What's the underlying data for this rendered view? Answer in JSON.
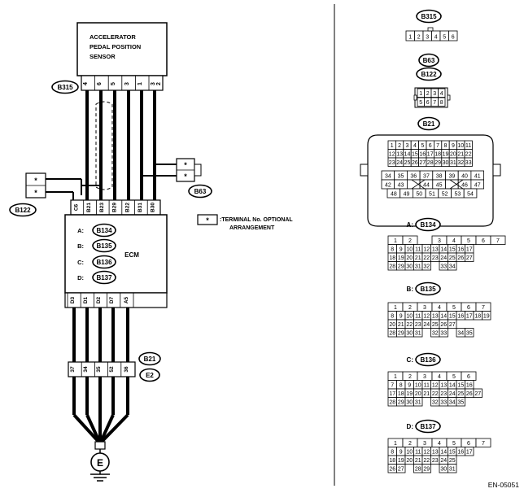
{
  "sensor": {
    "line1": "ACCELERATOR",
    "line2": "PEDAL POSITION",
    "line3": "SENSOR",
    "pins": [
      "4",
      "6",
      "5",
      "3",
      "1",
      "3",
      "2"
    ]
  },
  "tags": {
    "b315": "B315",
    "b63": "B63",
    "b122": "B122",
    "b21": "B21",
    "e2": "E2"
  },
  "star": "*",
  "ecm": {
    "name": "ECM",
    "top_pins": [
      "C6",
      "B21",
      "B23",
      "B29",
      "B22",
      "B31",
      "B30"
    ],
    "bottom_pins": [
      "D3",
      "D1",
      "D2",
      "D7",
      "A5"
    ],
    "connectors": [
      {
        "letter": "A:",
        "code": "B134"
      },
      {
        "letter": "B:",
        "code": "B135"
      },
      {
        "letter": "C:",
        "code": "B136"
      },
      {
        "letter": "D:",
        "code": "B137"
      }
    ]
  },
  "b21_pins": [
    "37",
    "34",
    "35",
    "52",
    "36"
  ],
  "ground": "E",
  "legend": {
    "line1": ":TERMINAL No. OPTIONAL",
    "line2": "ARRANGEMENT"
  },
  "right": {
    "b315": {
      "code": "B315",
      "pins": [
        "1",
        "2",
        "3",
        "4",
        "5",
        "6"
      ]
    },
    "b63": {
      "code": "B63"
    },
    "b122": {
      "code": "B122",
      "row1": [
        "1",
        "2",
        "3",
        "4"
      ],
      "row2": [
        "5",
        "6",
        "7",
        "8"
      ]
    },
    "b21": {
      "code": "B21",
      "rows": [
        [
          "1",
          "2",
          "3",
          "4",
          "5",
          "6",
          "7",
          "8",
          "9",
          "10",
          "11"
        ],
        [
          "12",
          "13",
          "14",
          "15",
          "16",
          "17",
          "18",
          "19",
          "20",
          "21",
          "22"
        ],
        [
          "23",
          "24",
          "25",
          "26",
          "27",
          "28",
          "29",
          "30",
          "31",
          "32",
          "33"
        ]
      ],
      "rows2": [
        [
          "34",
          "35",
          "36",
          "37",
          "38",
          "39",
          "40",
          "41"
        ],
        [
          "42",
          "43",
          "",
          "44",
          "45",
          "",
          "46",
          "47"
        ],
        [
          "48",
          "49",
          "50",
          "51",
          "52",
          "53",
          "54"
        ]
      ]
    },
    "b134": {
      "label": "A:",
      "code": "B134",
      "row1": [
        "1",
        "2",
        "3",
        "4",
        "5",
        "6",
        "7"
      ],
      "row2": [
        "8",
        "9",
        "10",
        "11",
        "12",
        "13",
        "14",
        "15",
        "16",
        "17"
      ],
      "row3": [
        "18",
        "19",
        "20",
        "21",
        "22",
        "23",
        "24",
        "25",
        "26",
        "27"
      ],
      "row4": [
        "28",
        "29",
        "30",
        "31",
        "32",
        "33",
        "34"
      ]
    },
    "b135": {
      "label": "B:",
      "code": "B135",
      "row1": [
        "1",
        "2",
        "3",
        "4",
        "5",
        "6",
        "7"
      ],
      "row2": [
        "8",
        "9",
        "10",
        "11",
        "12",
        "13",
        "14",
        "15",
        "16",
        "17",
        "18",
        "19"
      ],
      "row3": [
        "20",
        "21",
        "22",
        "23",
        "24",
        "25",
        "26",
        "27"
      ],
      "row4": [
        "28",
        "29",
        "30",
        "31",
        "32",
        "33",
        "34",
        "35"
      ]
    },
    "b136": {
      "label": "C:",
      "code": "B136",
      "row1": [
        "1",
        "2",
        "3",
        "4",
        "5",
        "6"
      ],
      "row2": [
        "7",
        "8",
        "9",
        "10",
        "11",
        "12",
        "13",
        "14",
        "15",
        "16"
      ],
      "row3": [
        "17",
        "18",
        "19",
        "20",
        "21",
        "22",
        "23",
        "24",
        "25",
        "26",
        "27"
      ],
      "row4": [
        "28",
        "29",
        "30",
        "31",
        "32",
        "33",
        "34",
        "35"
      ]
    },
    "b137": {
      "label": "D:",
      "code": "B137",
      "row1": [
        "1",
        "2",
        "3",
        "4",
        "5",
        "6",
        "7"
      ],
      "row2": [
        "8",
        "9",
        "10",
        "11",
        "12",
        "13",
        "14",
        "15",
        "16",
        "17"
      ],
      "row3": [
        "18",
        "19",
        "20",
        "21",
        "22",
        "23",
        "24",
        "25"
      ],
      "row4": [
        "26",
        "27",
        "28",
        "29",
        "30",
        "31"
      ]
    }
  },
  "doc_code": "EN-05051"
}
